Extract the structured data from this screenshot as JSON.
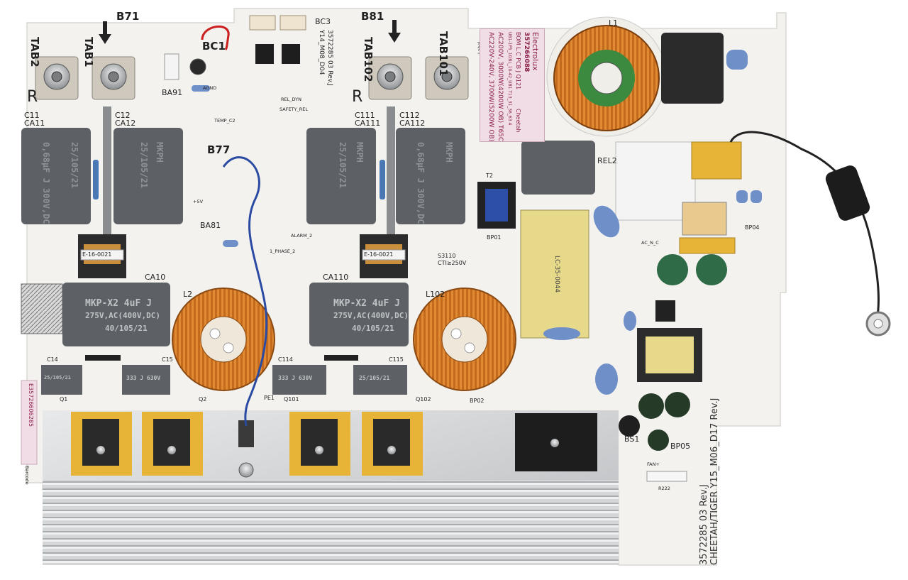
{
  "board": {
    "top_labels": {
      "b71": "B71",
      "b81": "B81",
      "bc1": "BC1",
      "bc3": "BC3",
      "b77": "B77",
      "ba91": "BA91",
      "ba81": "BA81",
      "l1": "L1",
      "l2": "L2",
      "l102": "L102",
      "rel2": "REL2",
      "t2": "T2",
      "bp01": "BP01",
      "bp02": "BP02",
      "bp04": "BP04",
      "bp05": "BP05",
      "bs1": "BS1",
      "pe1": "PE1"
    },
    "tabs": {
      "tab1": "TAB1",
      "tab2": "TAB2",
      "tab101": "TAB101",
      "tab102": "TAB102",
      "r_left": "R",
      "r_right": "R"
    },
    "caps": {
      "c11": "C11",
      "ca11": "CA11",
      "c12": "C12",
      "ca12": "CA12",
      "c111": "C111",
      "ca111": "CA111",
      "c112": "C112",
      "ca112": "CA112",
      "ca10": "CA10",
      "ca110": "CA110",
      "c14": "C14",
      "c15": "C15",
      "c114": "C114",
      "c115": "C115",
      "q1": "Q1",
      "q2": "Q2",
      "q101": "Q101",
      "q102": "Q102"
    },
    "cap_body_text": {
      "mkph": "MKPH",
      "rating_small": "0,68µF J 300V,DC",
      "code_small": "25/105/21",
      "big_mkp": "MKP-X2 4uF J",
      "big_rating": "275V,AC(400V,DC)",
      "big_code": "40/105/21",
      "snubber": "333 J 630V",
      "snubber_code": "25/105/21"
    },
    "transformers": {
      "t1_label": "E-16-0021",
      "t101_label": "E-16-0021",
      "lc_label": "LC-35-0044"
    },
    "silkscreen": {
      "part_number": "3572285 03  Rev.J",
      "model_line": "CHEETAH/TIGER Y15_M06_D17 Rev.J",
      "top_part": "3572285 03 Rev.J",
      "top_part_line2": "Y14_M08_D04",
      "safety": "SAFETY_REL",
      "rel_dyn": "REL_DYN",
      "temp": "TEMP_C2",
      "alarm": "ALARM_2",
      "phase": "1_PHASE_2",
      "agnd": "AGND",
      "plus5v": "+5V",
      "cti": "CTI≥250V",
      "s3110": "S3110",
      "ac_n_c": "AC_N_C",
      "fan": "FAN+",
      "r222": "R222",
      "label_word": "Label",
      "barcode_word": "Barcode"
    },
    "sticker": {
      "brand": "Electrolux",
      "part": "357266088",
      "bom": "BOM L.C PCB J Q121",
      "variant": "Cheetah",
      "line1": "UB1-1P5_1GBL_10-42_UB1 T13_31_36_63 4",
      "line2": "AC200V, 3000W(4200W OB) T65C",
      "line3": "AC220V-240V, 3700W(5200W OB)"
    },
    "side_barcode": "E35726606285",
    "colors": {
      "pcb": "#f2f1ee",
      "cap_gray": "#5d6166",
      "copper": "#c8701c",
      "heatsink": "#c9cbcd",
      "toroid_core": "#3b8a3f",
      "pink_sticker": "#f0dde6"
    }
  }
}
